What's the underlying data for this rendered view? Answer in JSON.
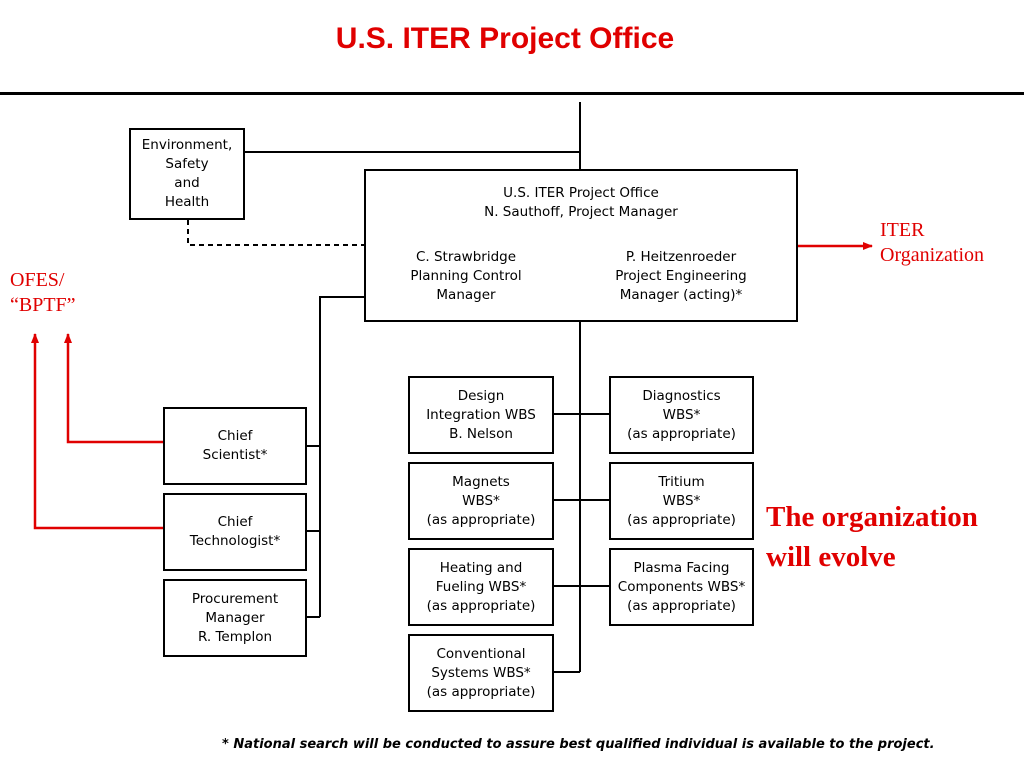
{
  "title": "U.S. ITER Project Office",
  "colors": {
    "accent": "#e00000",
    "line": "#000000"
  },
  "esh": {
    "lines": [
      "Environment,",
      "Safety",
      "and",
      "Health"
    ]
  },
  "project_office": {
    "line1": "U.S. ITER Project Office",
    "line2": "N. Sauthoff, Project Manager",
    "left": [
      "C. Strawbridge",
      "Planning Control",
      "Manager"
    ],
    "right": [
      "P. Heitzenroeder",
      "Project Engineering",
      "Manager (acting)*"
    ]
  },
  "iter_org": [
    "ITER",
    "Organization"
  ],
  "ofes": [
    "OFES/",
    "“BPTF”"
  ],
  "staff": [
    {
      "lines": [
        "Chief",
        "Scientist*"
      ]
    },
    {
      "lines": [
        "Chief",
        "Technologist*"
      ]
    },
    {
      "lines": [
        "Procurement",
        "Manager",
        "R. Templon"
      ]
    }
  ],
  "wbs_left": [
    {
      "lines": [
        "Design",
        "Integration WBS",
        "B. Nelson"
      ]
    },
    {
      "lines": [
        "Magnets",
        "WBS*",
        "(as appropriate)"
      ]
    },
    {
      "lines": [
        "Heating and",
        "Fueling WBS*",
        "(as appropriate)"
      ]
    },
    {
      "lines": [
        "Conventional",
        "Systems WBS*",
        "(as appropriate)"
      ]
    }
  ],
  "wbs_right": [
    {
      "lines": [
        "Diagnostics",
        "WBS*",
        "(as appropriate)"
      ]
    },
    {
      "lines": [
        "Tritium",
        "WBS*",
        "(as appropriate)"
      ]
    },
    {
      "lines": [
        "Plasma Facing",
        "Components WBS*",
        "(as appropriate)"
      ]
    }
  ],
  "evolve": [
    "The organization",
    "will evolve"
  ],
  "footnote": "* National search will be conducted to assure best qualified individual is available to the project."
}
